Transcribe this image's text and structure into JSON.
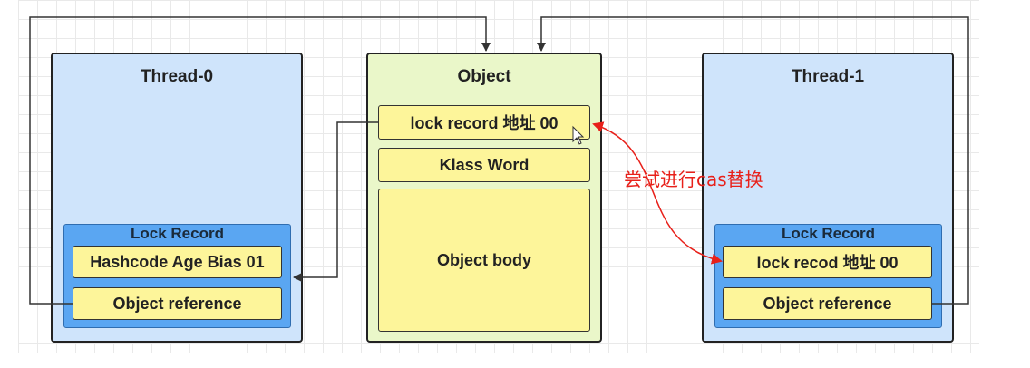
{
  "thread0": {
    "title": "Thread-0",
    "lock_record": {
      "title": "Lock Record",
      "fields": [
        "Hashcode Age Bias 01",
        "Object reference"
      ]
    }
  },
  "object": {
    "title": "Object",
    "fields": [
      "lock  record 地址 00",
      "Klass Word",
      "Object body"
    ]
  },
  "thread1": {
    "title": "Thread-1",
    "lock_record": {
      "title": "Lock Record",
      "fields": [
        "lock recod 地址 00",
        "Object reference"
      ]
    }
  },
  "annotation": "尝试进行cas替换",
  "colors": {
    "thread_fill": "#cfe4fb",
    "object_fill": "#eaf7c9",
    "lock_record_fill": "#5aa6f2",
    "field_fill": "#fdf59a",
    "annotation": "#e8201a",
    "connector": "#333333"
  }
}
